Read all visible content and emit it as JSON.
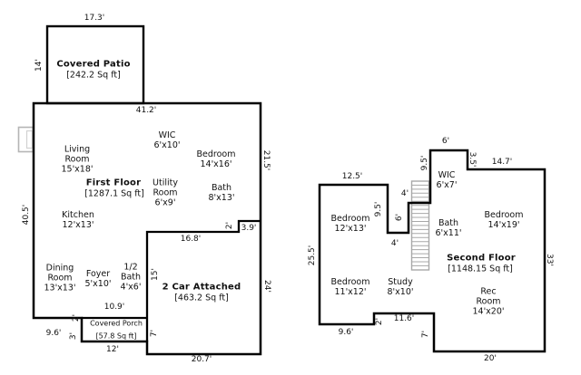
{
  "background": "#ffffff",
  "colors": {
    "wall": "#000000",
    "stairs": "#a8a8a8",
    "fireplace": "#b5b5b5"
  },
  "first_floor": {
    "title": "First Floor",
    "area": "[1287.1 Sq ft]",
    "patio_name": "Covered Patio",
    "patio_area": "[242.2 Sq ft]",
    "garage_name": "2 Car Attached",
    "garage_area": "[463.2 Sq ft]",
    "porch_name": "Covered Porch",
    "porch_area": "[57.8 Sq ft]",
    "rooms": {
      "living": "Living\nRoom\n15'x18'",
      "wic": "WIC\n6'x10'",
      "bedroom": "Bedroom\n14'x16'",
      "utility": "Utility\nRoom\n6'x9'",
      "bath": "Bath\n8'x13'",
      "kitchen": "Kitchen\n12'x13'",
      "dining": "Dining\nRoom\n13'x13'",
      "foyer": "Foyer\n5'x10'",
      "half_bath": "1/2\nBath\n4'x6'"
    },
    "dims": {
      "patio_top": "17.3'",
      "patio_left": "14'",
      "top": "41.2'",
      "right": "21.5'",
      "left": "40.5'",
      "step_v": "2'",
      "step_h": "3.9'",
      "garage_top": "16.8'",
      "garage_left_upper": "15'",
      "garage_right": "24'",
      "garage_bottom": "20.7'",
      "garage_left_lower": "7'",
      "porch_top": "10.9'",
      "porch_left_upper": "2'",
      "bottom_left": "9.6'",
      "porch_left_lower": "3'",
      "porch_bottom": "12'"
    }
  },
  "second_floor": {
    "title": "Second Floor",
    "area": "[1148.15 Sq ft]",
    "rooms": {
      "bedroom_a": "Bedroom\n12'x13'",
      "wic": "WIC\n6'x7'",
      "bath": "Bath\n6'x11'",
      "bedroom_b": "Bedroom\n14'x19'",
      "rec": "Rec\nRoom\n14'x20'",
      "bedroom_c": "Bedroom\n11'x12'",
      "study": "Study\n8'x10'"
    },
    "dims": {
      "top_left": "12.5'",
      "inner_left": "9.5'",
      "stair_top": "4'",
      "stair_right": "9.5'",
      "wic_top": "6'",
      "wic_right": "3.5'",
      "top_right": "14.7'",
      "stair_left": "6'",
      "stair_bottom": "4'",
      "left": "25.5'",
      "step_v": "2'",
      "bottom_mid": "11.6'",
      "bottom_left": "9.6'",
      "step_right": "7'",
      "right": "33'",
      "bottom": "20'"
    }
  }
}
